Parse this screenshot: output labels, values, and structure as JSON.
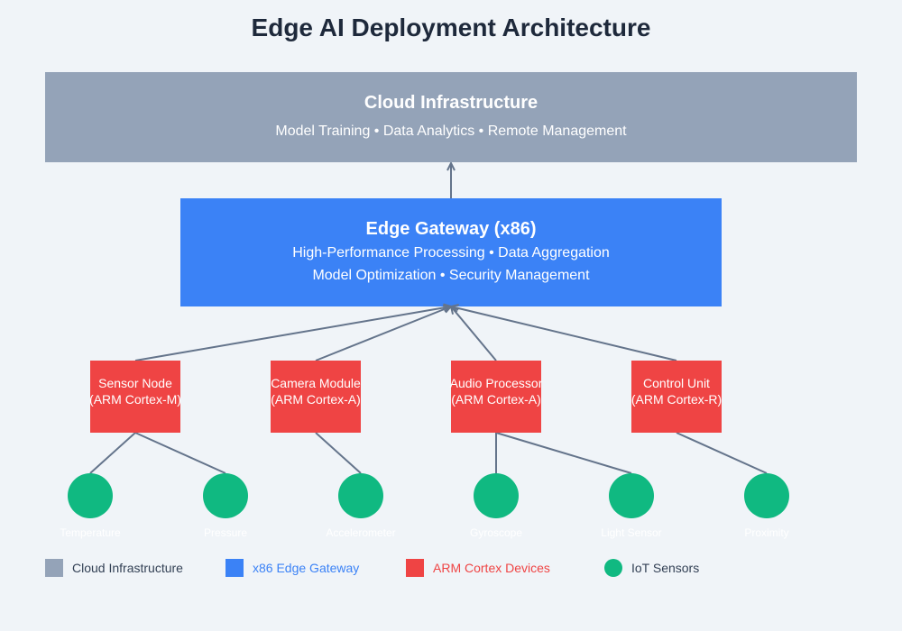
{
  "title": "Edge AI Deployment Architecture",
  "colors": {
    "background": "#f0f4f8",
    "cloud": "#94a3b8",
    "gateway": "#3b82f6",
    "arm": "#ef4444",
    "sensor": "#10b981",
    "link": "#64748b",
    "title": "#1e293b",
    "legend_default": "#334155"
  },
  "cloud": {
    "title": "Cloud Infrastructure",
    "subtitle": "Model Training • Data Analytics • Remote Management"
  },
  "gateway": {
    "title": "Edge Gateway (x86)",
    "line1": "High-Performance Processing • Data Aggregation",
    "line2": "Model Optimization • Security Management"
  },
  "devices": [
    {
      "name": "Sensor Node",
      "arch": "(ARM Cortex-M)"
    },
    {
      "name": "Camera Module",
      "arch": "(ARM Cortex-A)"
    },
    {
      "name": "Audio Processor",
      "arch": "(ARM Cortex-A)"
    },
    {
      "name": "Control Unit",
      "arch": "(ARM Cortex-R)"
    }
  ],
  "sensors": [
    {
      "label": "Temperature",
      "device": 0
    },
    {
      "label": "Pressure",
      "device": 0
    },
    {
      "label": "Accelerometer",
      "device": 1
    },
    {
      "label": "Gyroscope",
      "device": 2
    },
    {
      "label": "Light Sensor",
      "device": 2
    },
    {
      "label": "Proximity",
      "device": 3
    }
  ],
  "legend": [
    {
      "label": "Cloud Infrastructure",
      "shape": "square",
      "color": "#94a3b8",
      "text_color": "#334155"
    },
    {
      "label": "x86 Edge Gateway",
      "shape": "square",
      "color": "#3b82f6",
      "text_color": "#3b82f6"
    },
    {
      "label": "ARM Cortex Devices",
      "shape": "square",
      "color": "#ef4444",
      "text_color": "#ef4444"
    },
    {
      "label": "IoT Sensors",
      "shape": "circle",
      "color": "#10b981",
      "text_color": "#334155"
    }
  ]
}
